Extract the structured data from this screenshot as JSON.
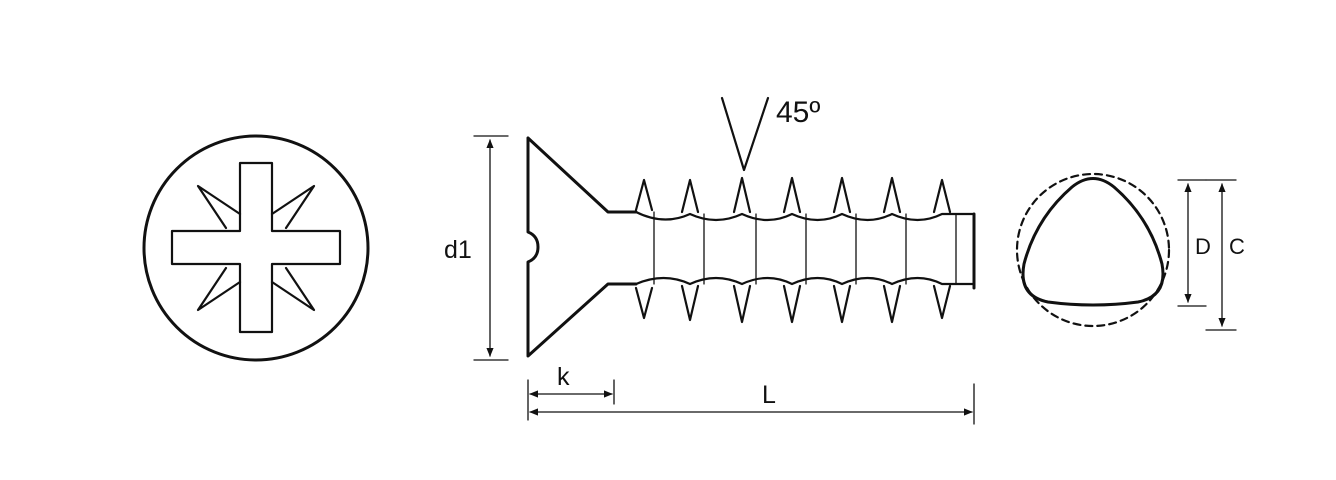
{
  "labels": {
    "angle": "45º",
    "d1": "d1",
    "k": "k",
    "L": "L",
    "D": "D",
    "C": "C"
  },
  "colors": {
    "ink": "#111111",
    "paper": "#ffffff"
  }
}
